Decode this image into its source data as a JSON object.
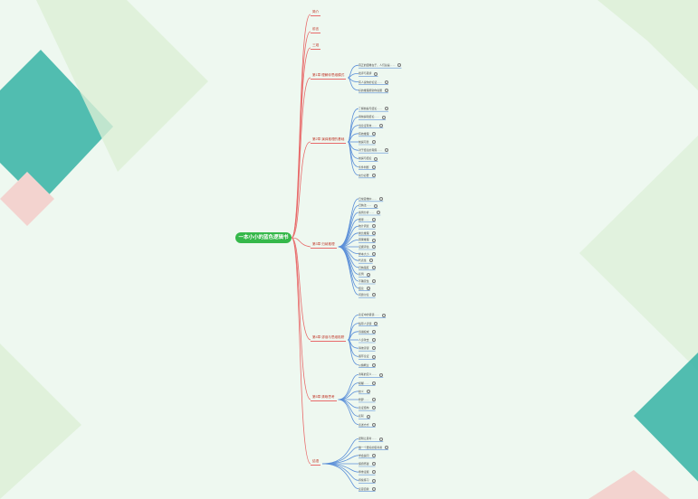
{
  "root": {
    "label": "一本小小的蓝色逻辑书"
  },
  "branches": [
    {
      "label": "简介",
      "leaves": []
    },
    {
      "label": "前言",
      "leaves": []
    },
    {
      "label": "三观",
      "leaves": []
    },
    {
      "label": "第1章 理解你思维模式",
      "leaves": [
        "真正的困难在于，人们总是……",
        "批评与思辨",
        "有人说你的论证……",
        "好的推理帮助你说服"
      ]
    },
    {
      "label": "第2章 演绎推理的基础",
      "leaves": [
        "了解前提与结论……",
        "用前提和结论……",
        "当论证有效……",
        "有效推理",
        "前提可靠",
        "对于结论的真假……",
        "前提与结论",
        "条件判断",
        "充分必要"
      ]
    },
    {
      "label": "第3章 归纳推理",
      "leaves": [
        "日常思维中……",
        "归纳法……",
        "案例分析……",
        "概率……",
        "统计调查",
        "类比推理",
        "因果推理",
        "证据评估",
        "样本大小",
        "代表性",
        "归纳强度",
        "反例",
        "不确定性",
        "结论",
        "问题讨论"
      ]
    },
    {
      "label": "第4章 谬误与思维陷阱",
      "leaves": [
        "论证中的错误……",
        "稻草人谬误",
        "诉诸权威",
        "人身攻击",
        "滑坡谬误",
        "循环论证",
        "以偏概全"
      ]
    },
    {
      "label": "第5章 清晰思考",
      "leaves": [
        "清晰的定义……",
        "模糊……",
        "歧义",
        "修辞……",
        "论证结构",
        "反驳",
        "表述方式"
      ]
    },
    {
      "label": "结语",
      "leaves": [
        "逻辑让思考……",
        "做一个更好的思考者",
        "学会提问",
        "保持怀疑",
        "尊重证据",
        "持续练习",
        "反思自我"
      ]
    }
  ]
}
